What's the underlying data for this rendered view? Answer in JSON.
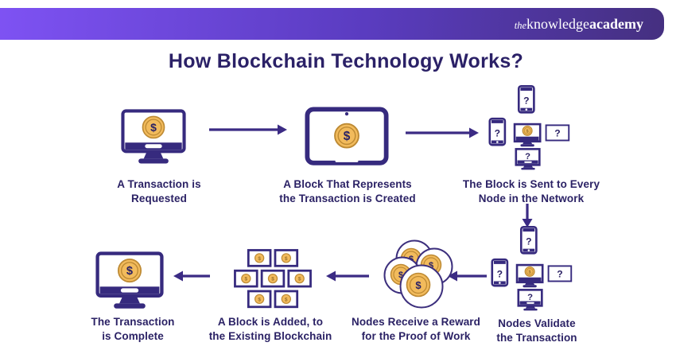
{
  "header": {
    "logo": {
      "prefix": "the",
      "word1": "knowledge",
      "word2": "academy"
    }
  },
  "title": "How Blockchain Technology Works?",
  "glyphs": {
    "dollar": "$",
    "question": "?"
  },
  "colors": {
    "header_gradient_left": "#7e52f3",
    "header_gradient_right": "#453080",
    "title_text": "#2b2167",
    "label_text": "#2b2265",
    "icon_outline": "#362a7e",
    "arrow": "#3b2b84",
    "coin_gold": "#f2bb5c",
    "coin_ring": "#bd8a34",
    "background": "#ffffff"
  },
  "steps": [
    {
      "id": 1,
      "label": "A Transaction is\nRequested"
    },
    {
      "id": 2,
      "label": "A Block That Represents\nthe Transaction is Created"
    },
    {
      "id": 3,
      "label": "The Block is Sent to Every\nNode in the Network"
    },
    {
      "id": 4,
      "label": "Nodes Validate\nthe Transaction"
    },
    {
      "id": 5,
      "label": "Nodes Receive a Reward\nfor the Proof of Work"
    },
    {
      "id": 6,
      "label": "A Block is Added, to\nthe Existing Blockchain"
    },
    {
      "id": 7,
      "label": "The Transaction\nis Complete"
    }
  ]
}
